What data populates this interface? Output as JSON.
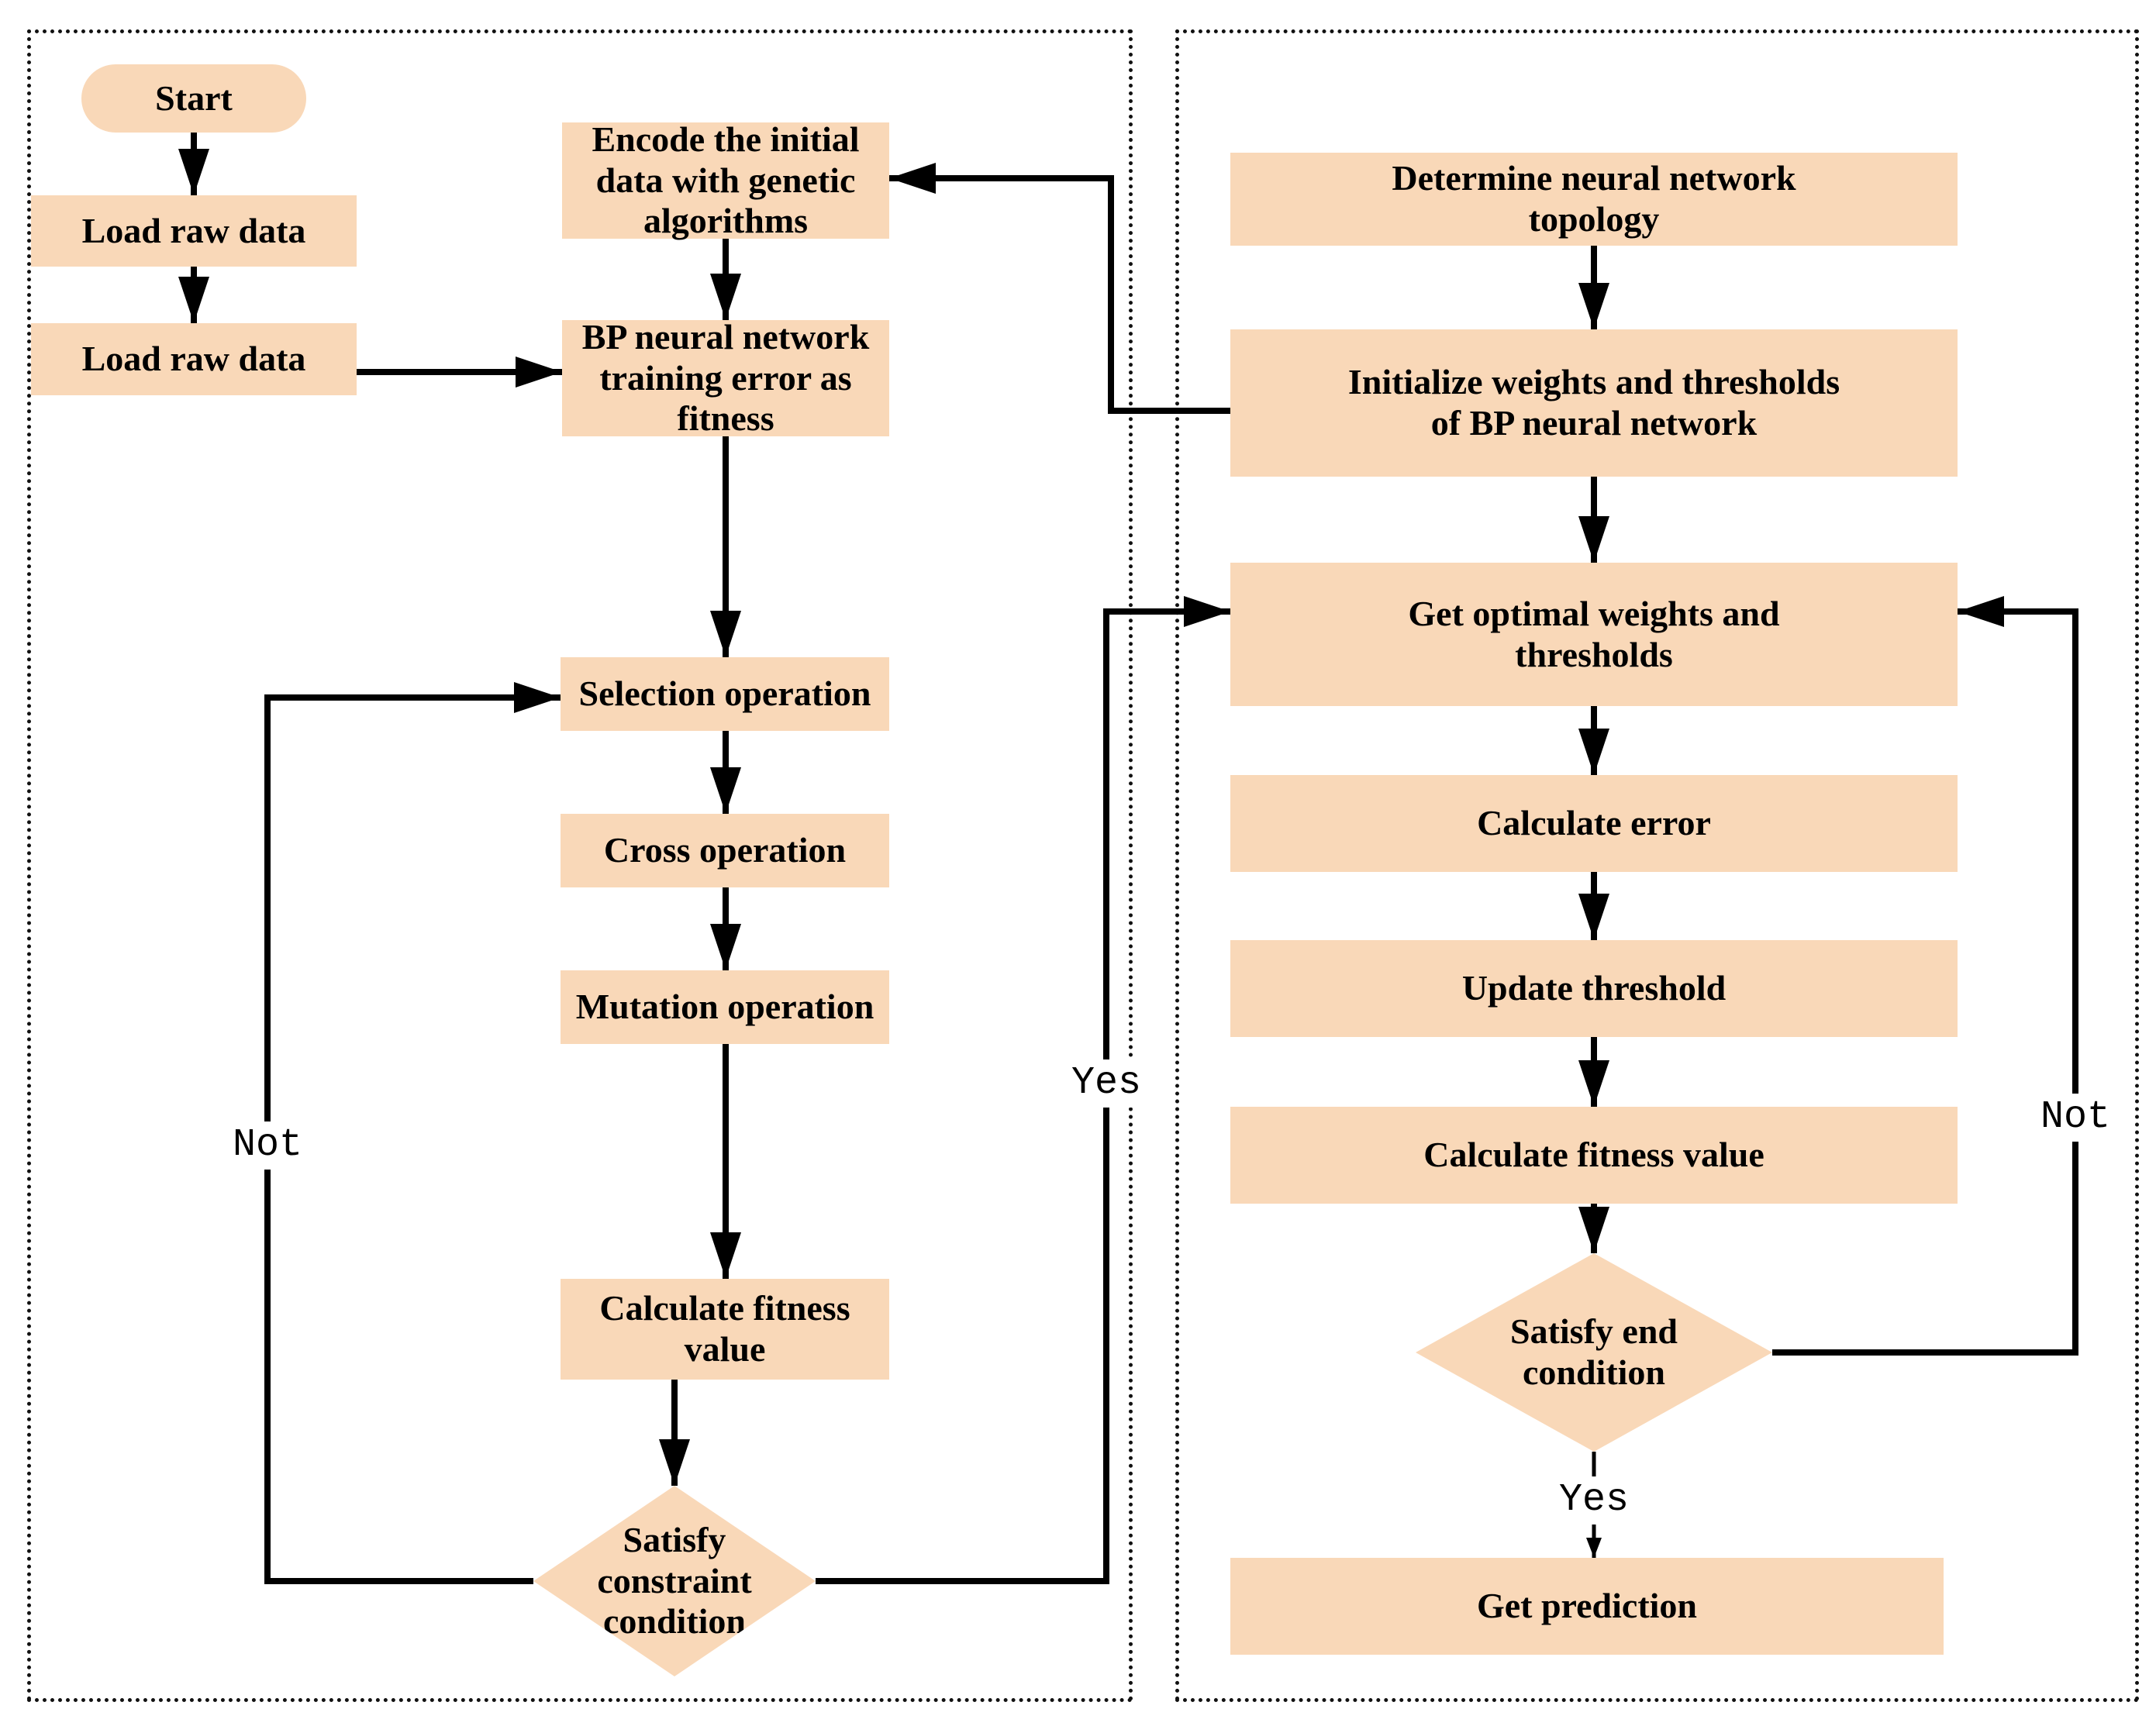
{
  "colors": {
    "node_fill": "#f9d8b8",
    "edge": "#000000",
    "panel_border": "#111111",
    "background": "#ffffff",
    "text": "#000000"
  },
  "left_panel": {
    "nodes": {
      "start": "Start",
      "load_raw_data_1": "Load raw data",
      "load_raw_data_2": "Load raw data",
      "encode": "Encode the initial\ndata with genetic\nalgorithms",
      "bp_training_error": "BP neural network\ntraining error as\nfitness",
      "selection": "Selection operation",
      "cross": "Cross operation",
      "mutation": "Mutation operation",
      "calculate_fitness": "Calculate fitness\nvalue",
      "constraint_decision": "Satisfy\nconstraint\ncondition"
    },
    "edge_labels": {
      "not": "Not",
      "yes": "Yes"
    }
  },
  "right_panel": {
    "nodes": {
      "determine_topology": "Determine neural network\ntopology",
      "initialize_weights": "Initialize weights and thresholds\nof BP neural network",
      "get_optimal_weights": "Get optimal weights and\nthresholds",
      "calculate_error": "Calculate error",
      "update_threshold": "Update threshold",
      "calculate_fitness": "Calculate fitness value",
      "end_decision": "Satisfy end\ncondition",
      "get_prediction": "Get prediction"
    },
    "edge_labels": {
      "not": "Not",
      "yes": "Yes"
    }
  }
}
